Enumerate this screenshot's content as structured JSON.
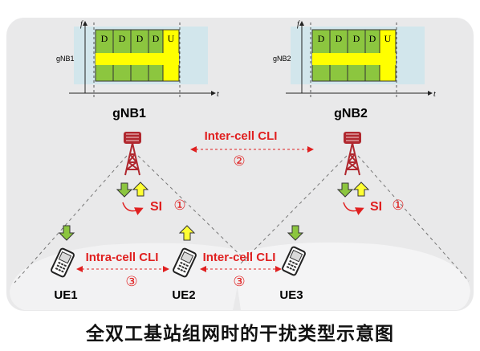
{
  "colors": {
    "panel_bg": "#e9e9ea",
    "frame_bg": "#d2e6ec",
    "downlink": "#8cc63f",
    "uplink": "#ffff00",
    "tower": "#b0282f",
    "cli_red": "#e02020",
    "sdl_arrow_green": "#8cc63f",
    "sdl_arrow_yellow": "#ffff33"
  },
  "gnb1": {
    "side_label": "gNB1",
    "name": "gNB1",
    "slots": [
      "D",
      "D",
      "D",
      "D",
      "U"
    ],
    "axis_f": "f",
    "axis_t": "t"
  },
  "gnb2": {
    "side_label": "gNB2",
    "name": "gNB2",
    "slots": [
      "D",
      "D",
      "D",
      "D",
      "U"
    ],
    "axis_f": "f",
    "axis_t": "t"
  },
  "inter_cell_top": {
    "label": "Inter-cell CLI",
    "num": "②"
  },
  "si_left": {
    "label": "SI",
    "num": "①"
  },
  "si_right": {
    "label": "SI",
    "num": "①"
  },
  "intra_cell": {
    "label": "Intra-cell CLI",
    "num": "③"
  },
  "inter_cell_bottom": {
    "label": "Inter-cell CLI",
    "num": "③"
  },
  "ue1": {
    "label": "UE1"
  },
  "ue2": {
    "label": "UE2"
  },
  "ue3": {
    "label": "UE3"
  },
  "caption": "全双工基站组网时的干扰类型示意图"
}
